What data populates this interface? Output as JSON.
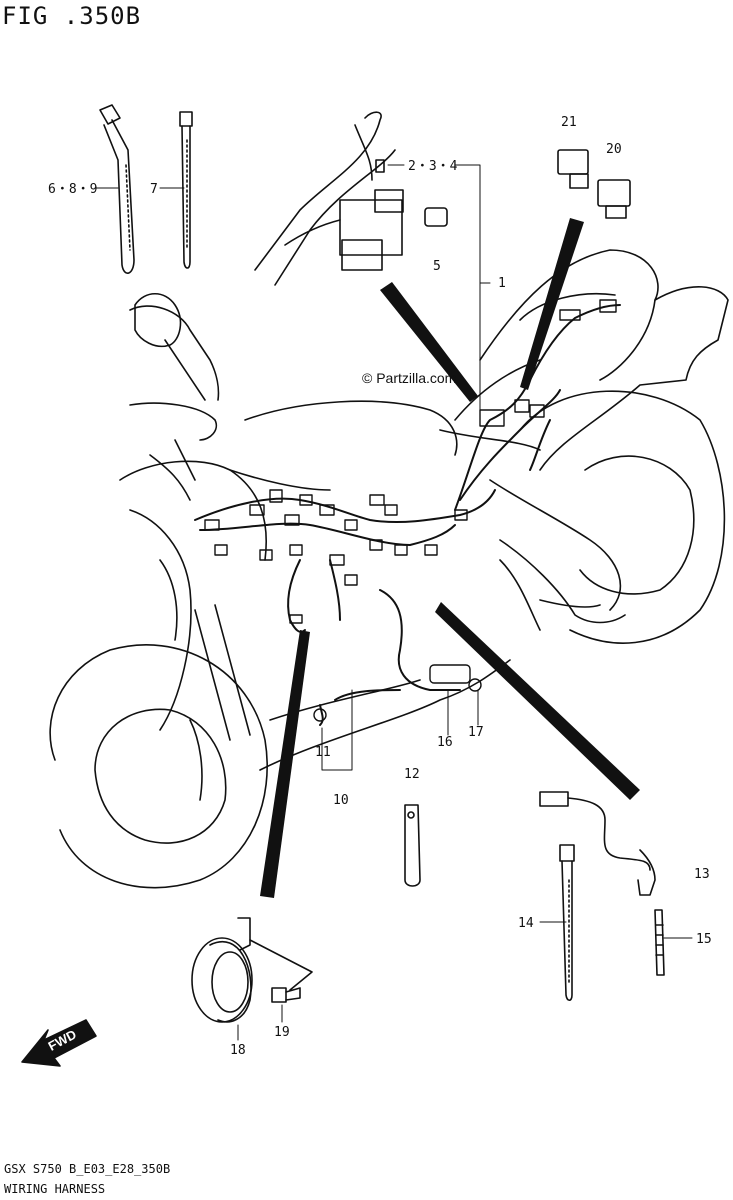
{
  "figure": {
    "title": "FIG .350B",
    "footer_code": "GSX  S750 B_E03_E28_350B",
    "footer_name": "WIRING HARNESS",
    "watermark": "© Partzilla.com",
    "fwd_label": "FWD"
  },
  "callouts": {
    "c1": "1",
    "c234": "2・3・4",
    "c5": "5",
    "c689": "6・8・9",
    "c7": "7",
    "c10": "10",
    "c11": "11",
    "c12": "12",
    "c13": "13",
    "c14": "14",
    "c15": "15",
    "c16": "16",
    "c17": "17",
    "c18": "18",
    "c19": "19",
    "c20": "20",
    "c21": "21"
  },
  "colors": {
    "ink": "#111111",
    "paper": "#ffffff"
  }
}
